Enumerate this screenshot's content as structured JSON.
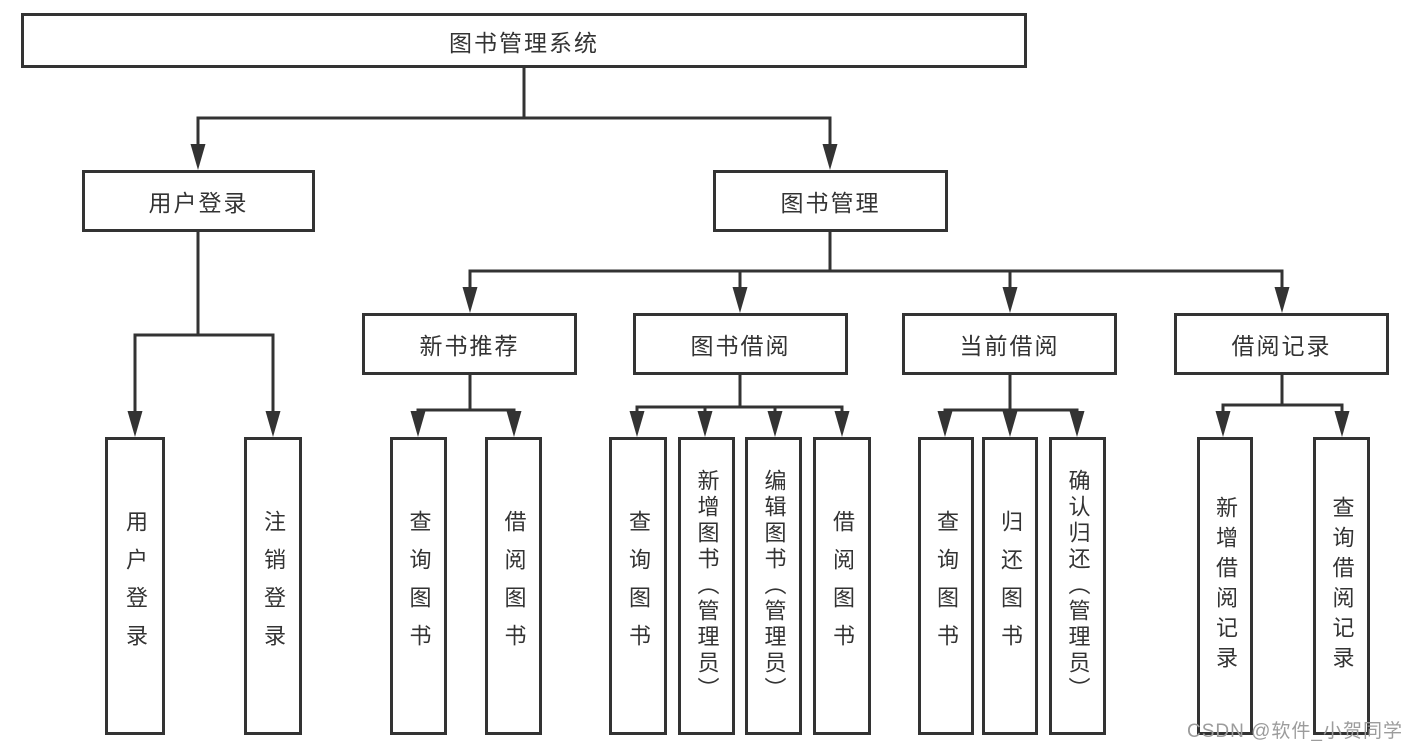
{
  "diagram": {
    "title": "图书管理系统",
    "user_login_branch": {
      "label": "用户登录",
      "children": [
        {
          "label": "用户登录"
        },
        {
          "label": "注销登录"
        }
      ]
    },
    "book_mgmt_branch": {
      "label": "图书管理",
      "modules": [
        {
          "label": "新书推荐",
          "children": [
            {
              "label": "查询图书"
            },
            {
              "label": "借阅图书"
            }
          ]
        },
        {
          "label": "图书借阅",
          "children": [
            {
              "label": "查询图书"
            },
            {
              "label": "新增图书（管理员）"
            },
            {
              "label": "编辑图书（管理员）"
            },
            {
              "label": "借阅图书"
            }
          ]
        },
        {
          "label": "当前借阅",
          "children": [
            {
              "label": "查询图书"
            },
            {
              "label": "归还图书"
            },
            {
              "label": "确认归还（管理员）"
            }
          ]
        },
        {
          "label": "借阅记录",
          "children": [
            {
              "label": "新增借阅记录"
            },
            {
              "label": "查询借阅记录"
            }
          ]
        }
      ]
    }
  },
  "watermark": {
    "text": "CSDN @软件_小贺同学"
  },
  "colors": {
    "line": "#333333",
    "box_border": "#333333",
    "box_fill": "#ffffff",
    "text": "#333333",
    "watermark": "#9c9c9c",
    "background": "#ffffff"
  }
}
